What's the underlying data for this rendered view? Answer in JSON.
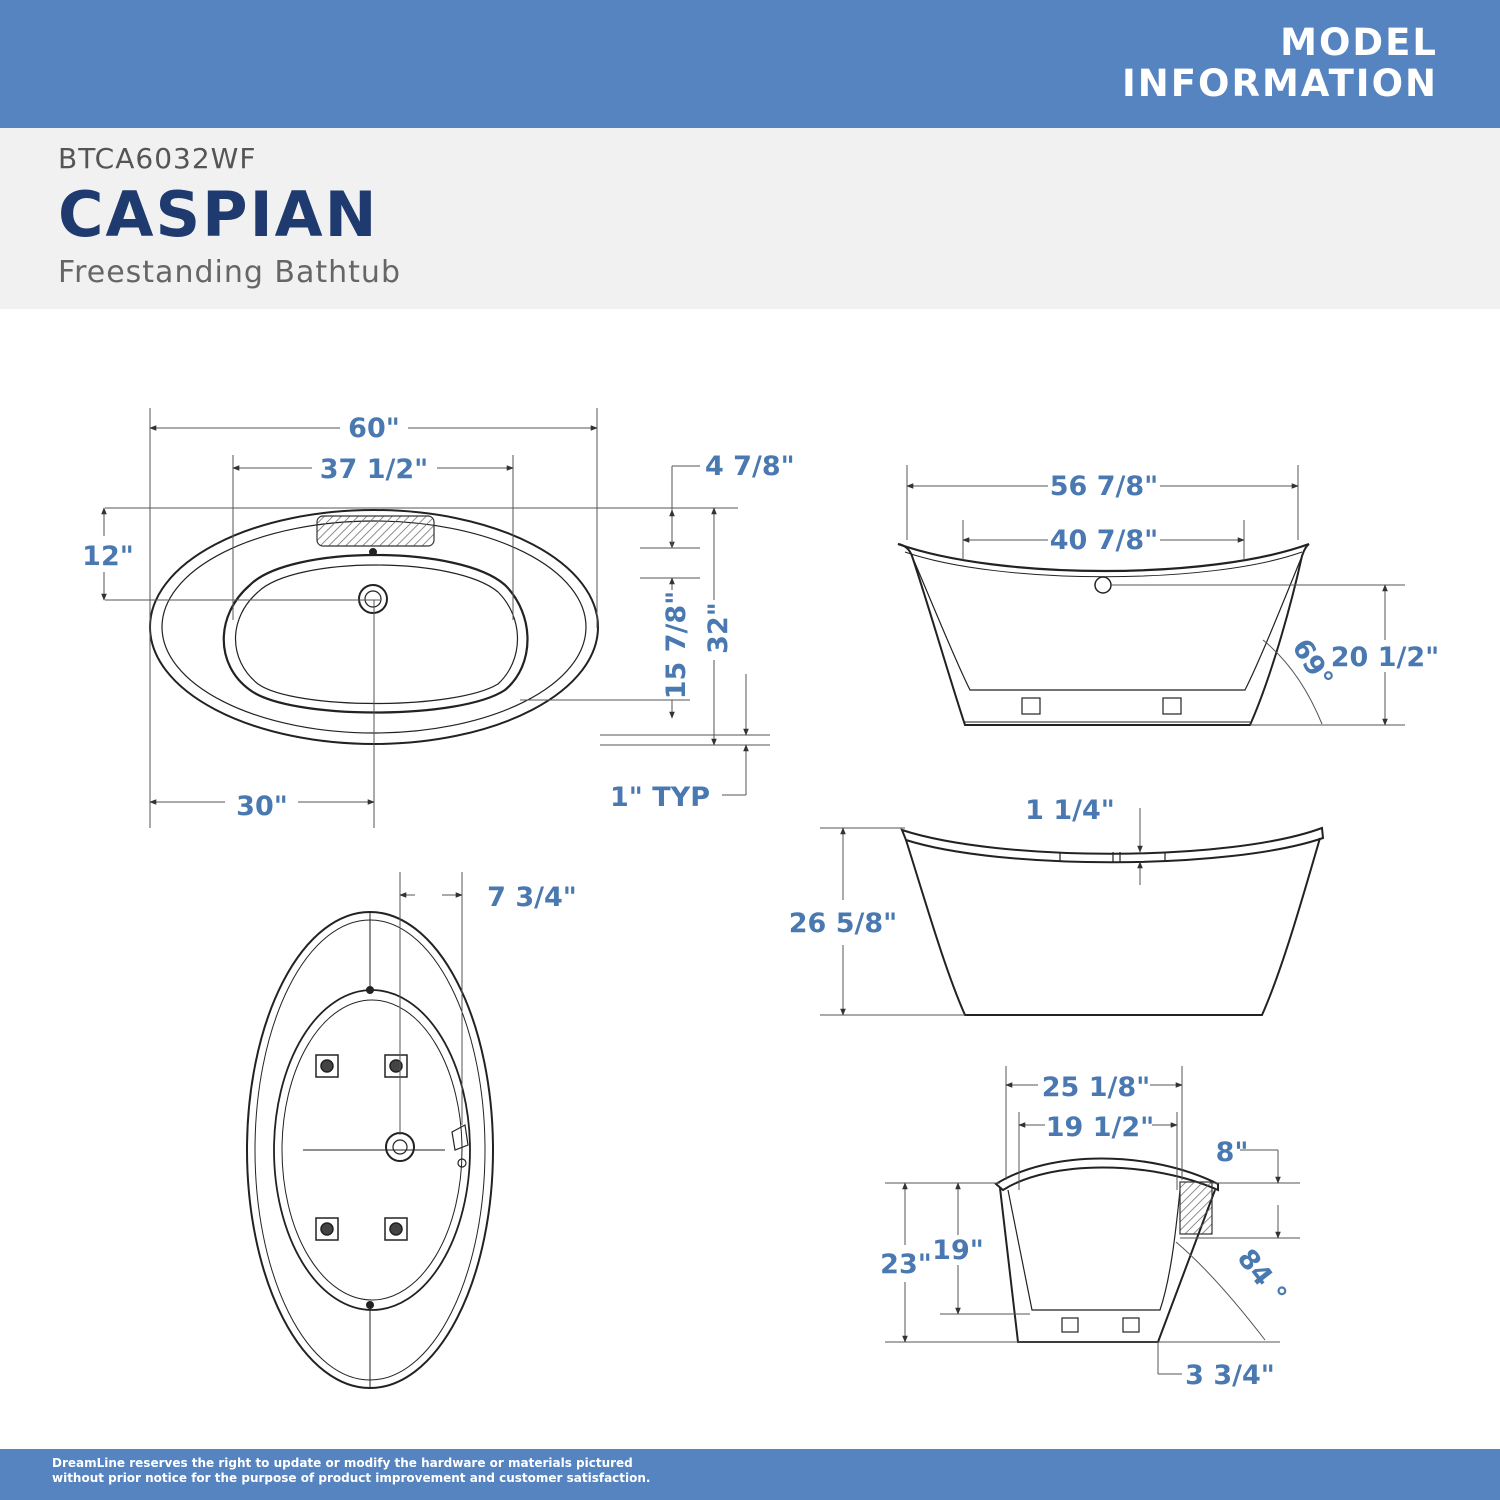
{
  "header": {
    "line1": "MODEL",
    "line2": "INFORMATION",
    "band_color": "#5584c0"
  },
  "product": {
    "model_code": "BTCA6032WF",
    "name": "CASPIAN",
    "type": "Freestanding Bathtub"
  },
  "dimensions": {
    "top_view": {
      "overall_length": "60\"",
      "interior_length": "37 1/2\"",
      "rim_width": "4 7/8\"",
      "drain_offset": "12\"",
      "interior_width": "15 7/8\"",
      "overall_width": "32\"",
      "half_length": "30\"",
      "rim_thickness": "1\" TYP"
    },
    "side_view": {
      "top_length": "56 7/8\"",
      "interior_length": "40 7/8\"",
      "drain_height": "20 1/2\"",
      "wall_angle": "69°"
    },
    "front_view": {
      "rim_drop": "1 1/4\"",
      "overall_height": "26 5/8\""
    },
    "bottom_view": {
      "drain_offset": "7 3/4\""
    },
    "end_view": {
      "outer_width": "25 1/8\"",
      "inner_width": "19 1/2\"",
      "rim_depth": "8\"",
      "overall_height": "23\"",
      "interior_depth": "19\"",
      "wall_angle": "84 °",
      "base_offset": "3 3/4\""
    }
  },
  "footer": {
    "disclaimer": "DreamLine reserves the right to update or modify the hardware or materials pictured without prior notice for the purpose of product improvement and customer satisfaction."
  }
}
